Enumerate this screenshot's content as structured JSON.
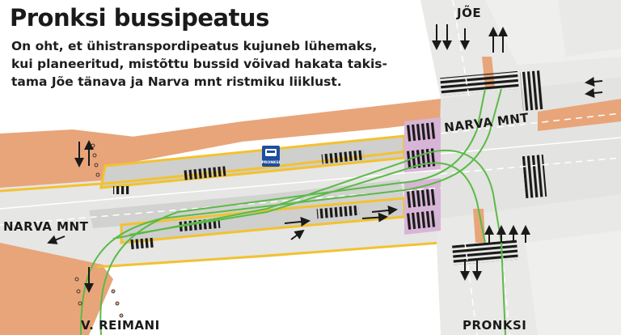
{
  "title": "Pronksi bussipeatus",
  "description": [
    "On oht, et ühistranspordipeatus kujuneb lühemaks,",
    "kui planeeritud, mistõttu bussid võivad hakata takis-",
    "tama Jõe tänava ja Narva mnt ristmiku liiklust."
  ],
  "streets": {
    "joe": "JÕE",
    "narva_mnt_east": "NARVA MNT",
    "narva_mnt_west": "NARVA MNT",
    "v_reimani": "V. REIMANI",
    "pronksi": "PRONKSI"
  },
  "bus_stop": {
    "label": "PRONKSI",
    "icon": "bus-stop-icon"
  },
  "colors": {
    "orange_area": "#E8A57A",
    "road": "#E6E6E4",
    "median": "#CFCFCD",
    "yellow_line": "#F2C230",
    "bus_route": "#5BBA47",
    "crossing": "#1a1a1a",
    "crossing_zone": "#D8B5D6",
    "bus_sign": "#1E4E9C"
  }
}
